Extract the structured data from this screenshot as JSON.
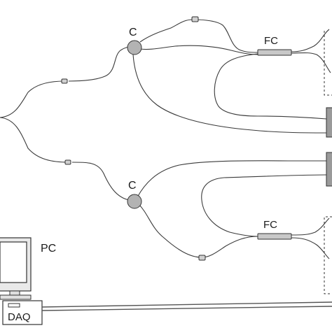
{
  "labels": {
    "coupler_top": "C",
    "coupler_bottom": "C",
    "fiber_coupler_top": "FC",
    "fiber_coupler_bottom": "FC",
    "pc": "PC",
    "daq": "DAQ"
  },
  "colors": {
    "line": "#3a3a3a",
    "coupler_fill": "#b3b3b3",
    "fc_fill": "#c8c8c8",
    "detector_fill": "#9a9a9a",
    "monitor_frame": "#e9e9e9"
  }
}
